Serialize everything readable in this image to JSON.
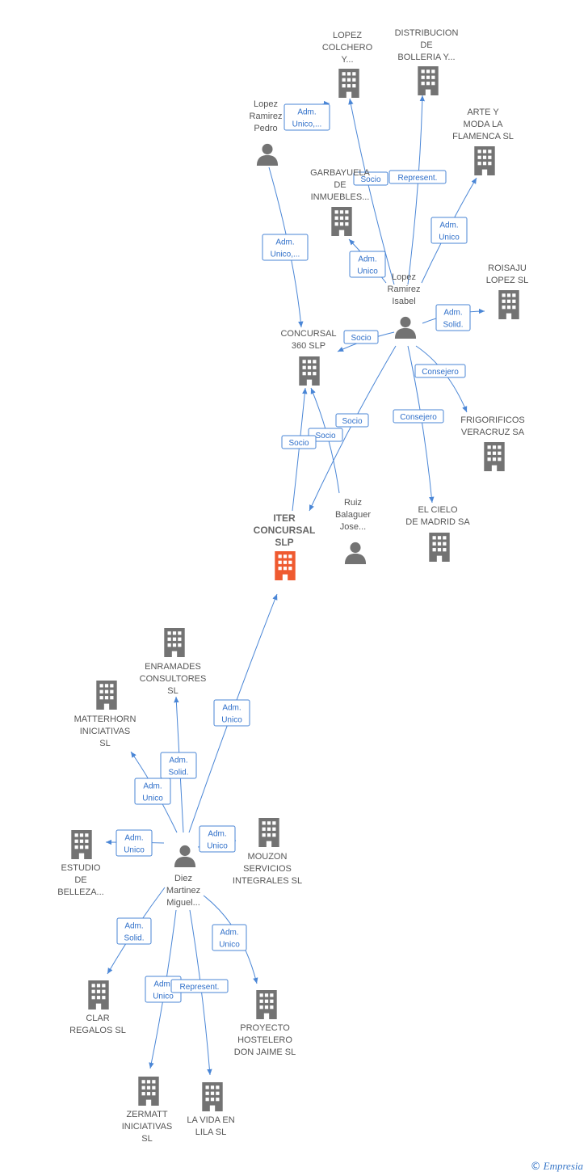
{
  "colors": {
    "edge": "#4a86d6",
    "company": "#737373",
    "main": "#ef5a30",
    "person": "#737373"
  },
  "nodes": [
    {
      "id": "iter",
      "type": "company",
      "main": true,
      "label": [
        "ITER",
        "CONCURSAL",
        "SLP"
      ]
    },
    {
      "id": "lopez_colchero",
      "type": "company",
      "label": [
        "LOPEZ",
        "COLCHERO",
        "Y..."
      ]
    },
    {
      "id": "distribucion",
      "type": "company",
      "label": [
        "DISTRIBUCION",
        "DE",
        "BOLLERIA Y..."
      ]
    },
    {
      "id": "arte_moda",
      "type": "company",
      "label": [
        "ARTE Y",
        "MODA LA",
        "FLAMENCA SL"
      ]
    },
    {
      "id": "garbayuela",
      "type": "company",
      "label": [
        "GARBAYUELA",
        "DE",
        "INMUEBLES..."
      ]
    },
    {
      "id": "roisaju",
      "type": "company",
      "label": [
        "ROISAJU",
        "LOPEZ SL"
      ]
    },
    {
      "id": "concursal360",
      "type": "company",
      "label": [
        "CONCURSAL",
        "360  SLP"
      ]
    },
    {
      "id": "frigorificos",
      "type": "company",
      "label": [
        "FRIGORIFICOS",
        "VERACRUZ SA"
      ]
    },
    {
      "id": "cielo_madrid",
      "type": "company",
      "label": [
        "EL CIELO",
        "DE MADRID SA"
      ]
    },
    {
      "id": "enramades",
      "type": "company",
      "label": [
        "ENRAMADES",
        "CONSULTORES",
        "SL"
      ]
    },
    {
      "id": "matterhorn",
      "type": "company",
      "label": [
        "MATTERHORN",
        "INICIATIVAS",
        "SL"
      ]
    },
    {
      "id": "mouzon",
      "type": "company",
      "label": [
        "MOUZON",
        "SERVICIOS",
        "INTEGRALES SL"
      ]
    },
    {
      "id": "estudio",
      "type": "company",
      "label": [
        "ESTUDIO",
        "DE",
        "BELLEZA..."
      ]
    },
    {
      "id": "clar",
      "type": "company",
      "label": [
        "CLAR",
        "REGALOS  SL"
      ]
    },
    {
      "id": "proyecto",
      "type": "company",
      "label": [
        "PROYECTO",
        "HOSTELERO",
        "DON JAIME  SL"
      ]
    },
    {
      "id": "zermatt",
      "type": "company",
      "label": [
        "ZERMATT",
        "INICIATIVAS",
        "SL"
      ]
    },
    {
      "id": "vida_lila",
      "type": "company",
      "label": [
        "LA VIDA EN",
        "LILA SL"
      ]
    },
    {
      "id": "lopez_pedro",
      "type": "person",
      "label": [
        "Lopez",
        "Ramirez",
        "Pedro"
      ]
    },
    {
      "id": "lopez_isabel",
      "type": "person",
      "label": [
        "Lopez",
        "Ramirez",
        "Isabel"
      ]
    },
    {
      "id": "ruiz",
      "type": "person",
      "label": [
        "Ruiz",
        "Balaguer",
        "Jose..."
      ]
    },
    {
      "id": "diez",
      "type": "person",
      "label": [
        "Diez",
        "Martinez",
        "Miguel..."
      ]
    }
  ],
  "edges": [
    {
      "id": "e1",
      "label": [
        "Adm.",
        "Unico,..."
      ]
    },
    {
      "id": "e2",
      "label": [
        "Adm.",
        "Unico,..."
      ]
    },
    {
      "id": "e3",
      "label": [
        "Socio"
      ]
    },
    {
      "id": "e4",
      "label": [
        "Represent."
      ]
    },
    {
      "id": "e5",
      "label": [
        "Adm.",
        "Unico"
      ]
    },
    {
      "id": "e6",
      "label": [
        "Adm.",
        "Unico"
      ]
    },
    {
      "id": "e7",
      "label": [
        "Adm.",
        "Solid."
      ]
    },
    {
      "id": "e8",
      "label": [
        "Socio"
      ]
    },
    {
      "id": "e9",
      "label": [
        "Consejero"
      ]
    },
    {
      "id": "e10",
      "label": [
        "Consejero"
      ]
    },
    {
      "id": "e11",
      "label": [
        "Socio"
      ]
    },
    {
      "id": "e12",
      "label": [
        "Socio"
      ]
    },
    {
      "id": "e13",
      "label": [
        "Socio"
      ]
    },
    {
      "id": "e14",
      "label": [
        "Adm.",
        "Unico"
      ]
    },
    {
      "id": "e15",
      "label": [
        "Adm.",
        "Solid."
      ]
    },
    {
      "id": "e16",
      "label": [
        "Adm.",
        "Unico"
      ]
    },
    {
      "id": "e17",
      "label": [
        "Adm.",
        "Unico"
      ]
    },
    {
      "id": "e18",
      "label": [
        "Adm.",
        "Unico"
      ]
    },
    {
      "id": "e19",
      "label": [
        "Adm.",
        "Solid."
      ]
    },
    {
      "id": "e20",
      "label": [
        "Adm.",
        "Unico"
      ]
    },
    {
      "id": "e21",
      "label": [
        "Adm.",
        "Unico"
      ]
    },
    {
      "id": "e22",
      "label": [
        "Represent."
      ]
    }
  ],
  "footer": {
    "copyright": "©",
    "brand": "Empresia"
  }
}
